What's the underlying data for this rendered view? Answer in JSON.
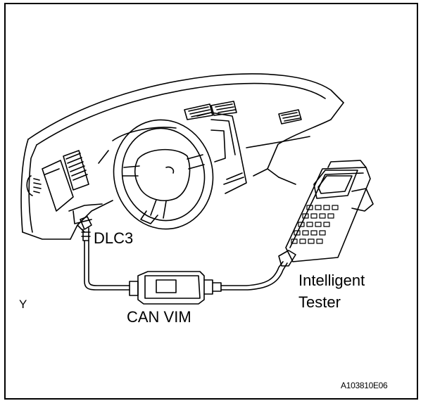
{
  "labels": {
    "dlc3": "DLC3",
    "can_vim": "CAN VIM",
    "tester_line1": "Intelligent",
    "tester_line2": "Tester",
    "view_mark": "Y",
    "figure_code": "A103810E06"
  }
}
